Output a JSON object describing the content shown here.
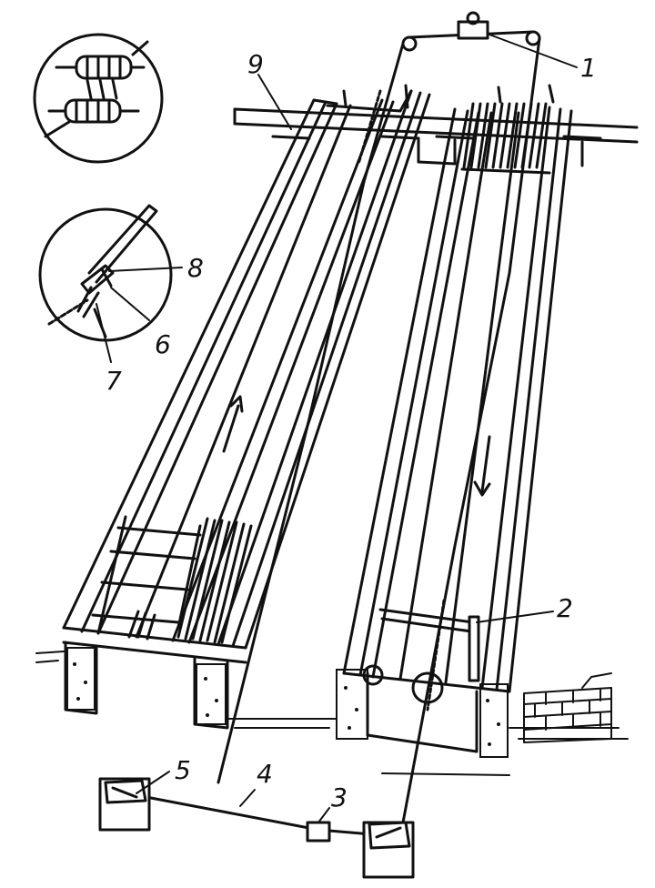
{
  "labels": {
    "l1": "1",
    "l2": "2",
    "l3": "3",
    "l4": "4",
    "l5": "5",
    "l6": "6",
    "l7": "7",
    "l8": "8",
    "l9": "9"
  },
  "colors": {
    "ink": "#111111",
    "paper": "#ffffff"
  },
  "icons": {
    "up_arrow": "arrow-up-icon",
    "down_arrow": "arrow-down-icon"
  }
}
